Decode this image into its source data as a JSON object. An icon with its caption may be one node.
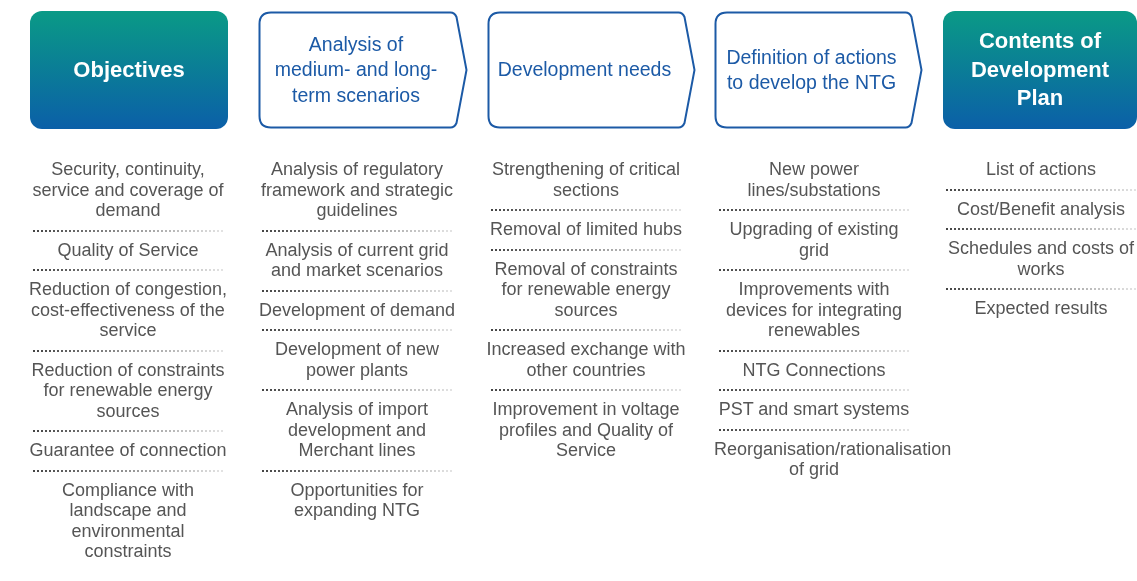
{
  "diagram": {
    "nodes": [
      {
        "text": [
          "Objectives"
        ],
        "beside": [
          "Security, continuity, service and coverage of demand",
          "Quality of Service",
          "Reduction of congestion, cost-effectiveness of the service",
          "Reduction of constraints for renewable energy sources",
          "Guarantee of connection",
          "Compliance with landscape and environmental constraints"
        ]
      },
      {
        "text": [
          "Analysis of medium- and long-term scenarios"
        ],
        "beside": [
          "Analysis of regulatory framework and strategic guidelines",
          "Analysis of current grid and market scenarios",
          "Development of demand",
          "Development of new power plants",
          "Analysis of import development and Merchant lines",
          "Opportunities for expanding NTG"
        ]
      },
      {
        "text": [
          "Development needs"
        ],
        "beside": [
          "Strengthening of critical sections",
          "Removal of limited hubs",
          "Removal of constraints for renewable energy sources",
          "Increased exchange with other countries",
          "Improvement in voltage profiles and Quality of Service"
        ]
      },
      {
        "text": [
          "Definition of actions to develop the NTG"
        ],
        "beside": [
          "New power lines/substations",
          "Upgrading of existing grid",
          "Improvements with devices for integrating renewables",
          "NTG Connections",
          "PST and smart systems",
          "Reorganisation/rationalisation of grid"
        ]
      },
      {
        "text": [
          "Contents of Development Plan"
        ],
        "beside": [
          "List of actions",
          "Cost/Benefit analysis",
          "Schedules and costs of works",
          "Expected results"
        ]
      }
    ]
  }
}
